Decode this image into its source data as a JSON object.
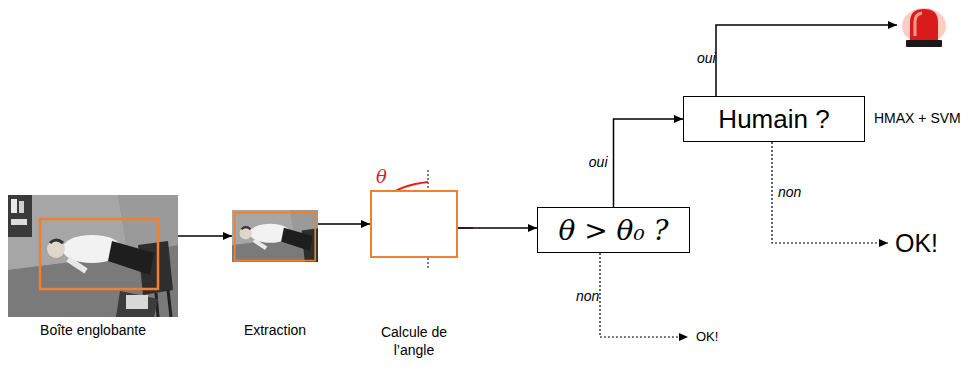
{
  "diagram": {
    "nodes": [
      {
        "text": [
          "Boîte englobante"
        ]
      },
      {
        "text": [
          "Extraction"
        ]
      },
      {
        "text": [
          "θ",
          "Calcule de l’angle"
        ]
      },
      {
        "text": [
          "θ > θ₀ ?"
        ]
      },
      {
        "text": [
          "Humain ?"
        ]
      }
    ],
    "edges": [
      {
        "from": 0,
        "to": 1,
        "arrow": "to"
      },
      {
        "from": 1,
        "to": 2,
        "arrow": "to"
      },
      {
        "from": 2,
        "to": 3,
        "arrow": "to"
      },
      {
        "from": 3,
        "to": 4,
        "label": "oui",
        "arrow": "to"
      }
    ],
    "labels": [
      "HMAX + SVM",
      "oui",
      "non",
      "OK!",
      "non",
      "OK!"
    ]
  }
}
